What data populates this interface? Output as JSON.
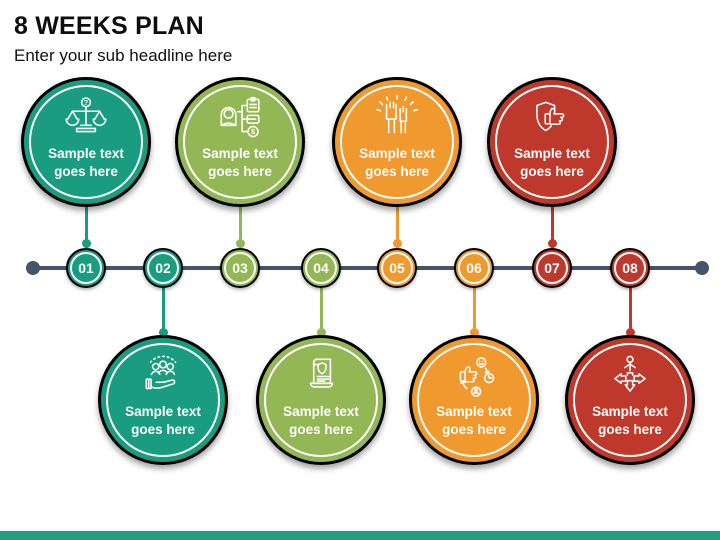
{
  "slide": {
    "title": "8 WEEKS PLAN",
    "subtitle": "Enter your sub headline here"
  },
  "colors": {
    "teal": "#199C80",
    "teal_dark": "#107A64",
    "green": "#93B755",
    "green_dark": "#769A3C",
    "orange": "#F0992E",
    "orange_dark": "#D07E1C",
    "red": "#BE392B",
    "red_dark": "#99281D",
    "timeline": "#44546A",
    "footer_bar": "#21A081",
    "text_on_circle": "#FFFFFF"
  },
  "steps": [
    {
      "number": "01",
      "label": "Sample text goes here",
      "color": "teal",
      "placement": "top",
      "icon": "scales-question-icon"
    },
    {
      "number": "02",
      "label": "Sample text goes here",
      "color": "teal",
      "placement": "bottom",
      "icon": "hand-team-icon"
    },
    {
      "number": "03",
      "label": "Sample text goes here",
      "color": "green",
      "placement": "top",
      "icon": "person-tasks-icon"
    },
    {
      "number": "04",
      "label": "Sample text goes here",
      "color": "green",
      "placement": "bottom",
      "icon": "policy-scroll-icon"
    },
    {
      "number": "05",
      "label": "Sample text goes here",
      "color": "orange",
      "placement": "top",
      "icon": "high-five-icon"
    },
    {
      "number": "06",
      "label": "Sample text goes here",
      "color": "orange",
      "placement": "bottom",
      "icon": "feedback-cycle-icon"
    },
    {
      "number": "07",
      "label": "Sample text goes here",
      "color": "red",
      "placement": "top",
      "icon": "shield-thumbs-up-icon"
    },
    {
      "number": "08",
      "label": "Sample text goes here",
      "color": "red",
      "placement": "bottom",
      "icon": "direction-choice-icon"
    }
  ]
}
